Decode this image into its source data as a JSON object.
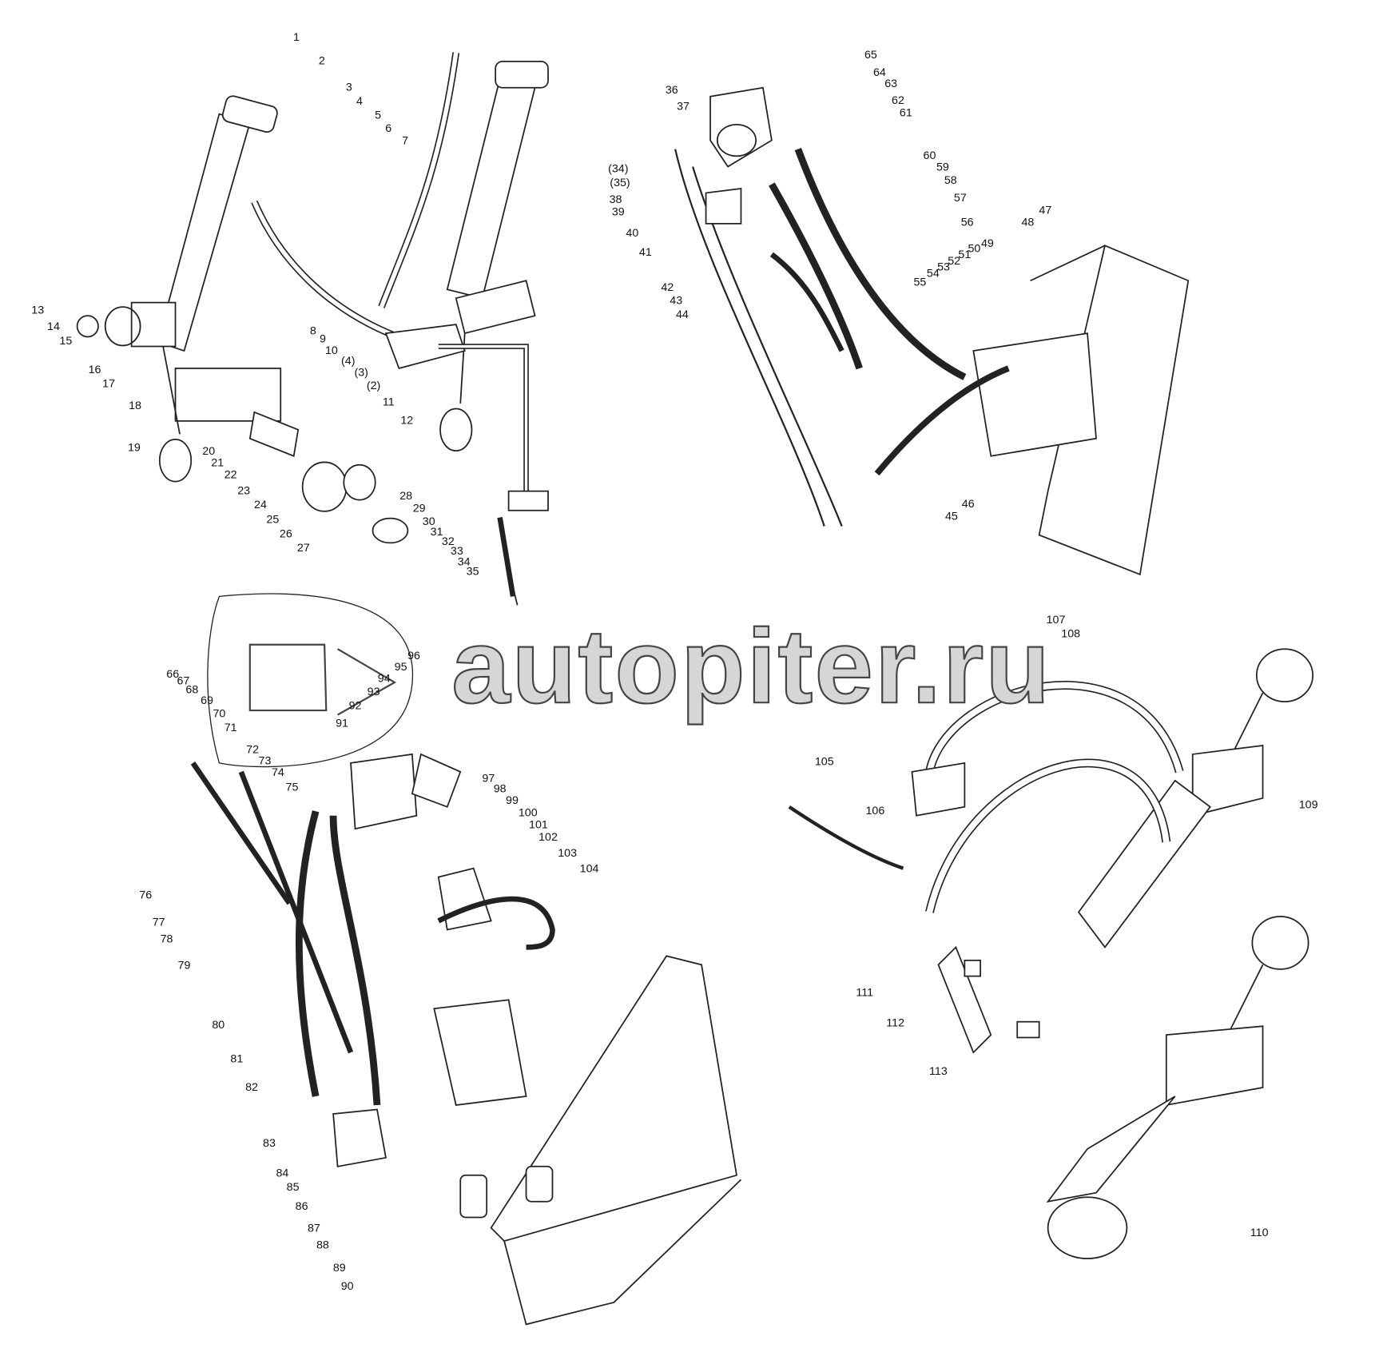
{
  "diagram": {
    "title": "",
    "watermark": "autopiter.ru",
    "watermark_logo": "a>",
    "callouts": [
      "1",
      "2",
      "3",
      "4",
      "5",
      "6",
      "7",
      "8",
      "9",
      "10",
      "(4)",
      "(3)",
      "(2)",
      "11",
      "12",
      "13",
      "14",
      "15",
      "16",
      "17",
      "18",
      "19",
      "20",
      "21",
      "22",
      "23",
      "24",
      "25",
      "26",
      "27",
      "28",
      "29",
      "30",
      "31",
      "32",
      "33",
      "34",
      "35",
      "36",
      "37",
      "(34)",
      "(35)",
      "38",
      "39",
      "40",
      "41",
      "42",
      "43",
      "44",
      "45",
      "46",
      "47",
      "48",
      "49",
      "50",
      "51",
      "52",
      "53",
      "54",
      "55",
      "56",
      "57",
      "58",
      "59",
      "60",
      "61",
      "62",
      "63",
      "64",
      "65",
      "66",
      "67",
      "68",
      "69",
      "70",
      "71",
      "72",
      "73",
      "74",
      "75",
      "76",
      "77",
      "78",
      "79",
      "80",
      "81",
      "82",
      "83",
      "84",
      "85",
      "86",
      "87",
      "88",
      "89",
      "90",
      "91",
      "92",
      "93",
      "94",
      "95",
      "96",
      "97",
      "98",
      "99",
      "100",
      "101",
      "102",
      "103",
      "104",
      "105",
      "106",
      "107",
      "108",
      "109",
      "110",
      "111",
      "112",
      "113"
    ]
  }
}
